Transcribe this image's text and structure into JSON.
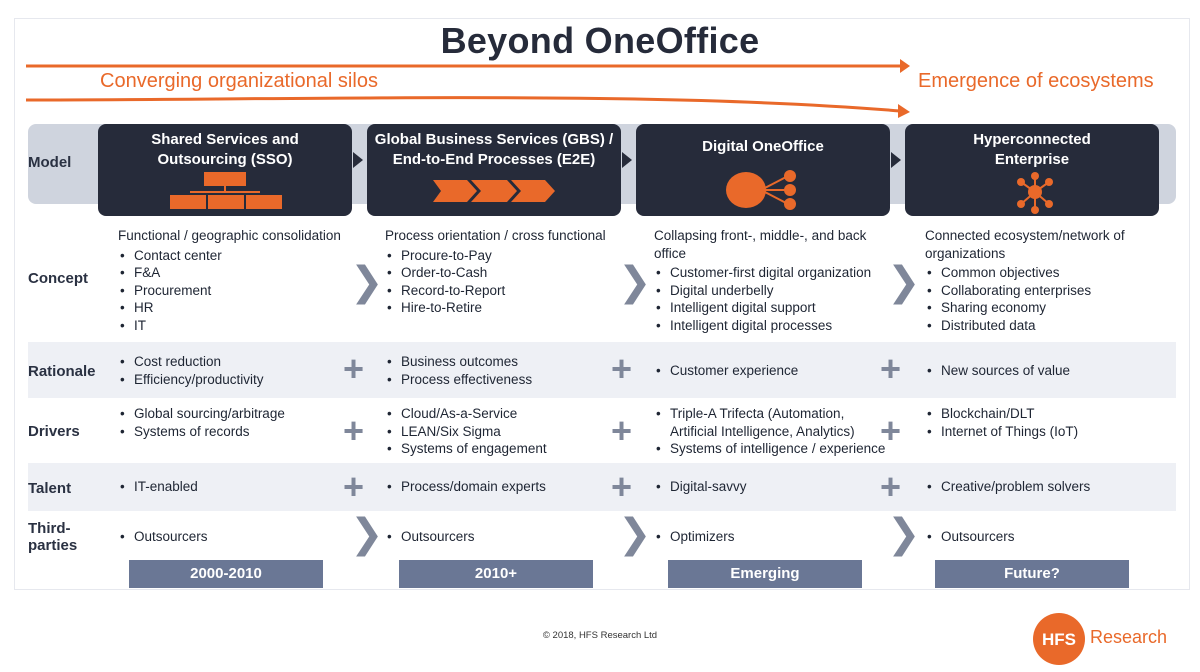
{
  "title": "Beyond OneOffice",
  "subtitle_left": "Converging organizational silos",
  "subtitle_right": "Emergence of ecosystems",
  "row_labels": {
    "model": "Model",
    "concept": "Concept",
    "rationale": "Rationale",
    "drivers": "Drivers",
    "talent": "Talent",
    "third_parties_1": "Third-",
    "third_parties_2": "parties"
  },
  "models": [
    {
      "line1": "Shared Services and",
      "line2": "Outsourcing (SSO)",
      "icon": "org-chart-icon"
    },
    {
      "line1": "Global Business Services (GBS) /",
      "line2": "End-to-End Processes (E2E)",
      "icon": "process-chevrons-icon"
    },
    {
      "line1": "Digital OneOffice",
      "line2": "",
      "icon": "hub-nodes-icon"
    },
    {
      "line1": "Hyperconnected",
      "line2": "Enterprise",
      "icon": "network-icon"
    }
  ],
  "concept": [
    {
      "lead": "Functional / geographic consolidation",
      "items": [
        "Contact center",
        "F&A",
        "Procurement",
        "HR",
        "IT"
      ]
    },
    {
      "lead": "Process orientation / cross functional",
      "items": [
        "Procure-to-Pay",
        "Order-to-Cash",
        "Record-to-Report",
        "Hire-to-Retire"
      ]
    },
    {
      "lead": "Collapsing front-, middle-, and back office",
      "items": [
        "Customer-first digital organization",
        "Digital underbelly",
        "Intelligent digital support",
        "Intelligent digital processes"
      ]
    },
    {
      "lead": "Connected ecosystem/network of organizations",
      "items": [
        "Common objectives",
        "Collaborating enterprises",
        "Sharing economy",
        "Distributed data"
      ]
    }
  ],
  "rationale": [
    [
      "Cost reduction",
      "Efficiency/productivity"
    ],
    [
      "Business outcomes",
      "Process effectiveness"
    ],
    [
      "Customer experience"
    ],
    [
      "New sources of value"
    ]
  ],
  "drivers": [
    [
      "Global sourcing/arbitrage",
      "Systems of records"
    ],
    [
      "Cloud/As-a-Service",
      "LEAN/Six Sigma",
      "Systems of engagement"
    ],
    [
      "Triple-A Trifecta (Automation, Artificial Intelligence, Analytics)",
      "Systems of intelligence / experience"
    ],
    [
      "Blockchain/DLT",
      "Internet of Things (IoT)"
    ]
  ],
  "talent": [
    [
      "IT-enabled"
    ],
    [
      "Process/domain experts"
    ],
    [
      "Digital-savvy"
    ],
    [
      "Creative/problem solvers"
    ]
  ],
  "third_parties": [
    [
      "Outsourcers"
    ],
    [
      "Outsourcers"
    ],
    [
      "Optimizers"
    ],
    [
      "Outsourcers"
    ]
  ],
  "eras": [
    "2000-2010",
    "2010+",
    "Emerging",
    "Future?"
  ],
  "copyright": "© 2018, HFS Research Ltd",
  "logo": {
    "mark": "HFS",
    "word": "Research"
  },
  "colors": {
    "accent": "#e9692a",
    "dark": "#262b3a",
    "band": "#eef0f5",
    "era": "#6a7795",
    "separator": "#7f879a"
  }
}
